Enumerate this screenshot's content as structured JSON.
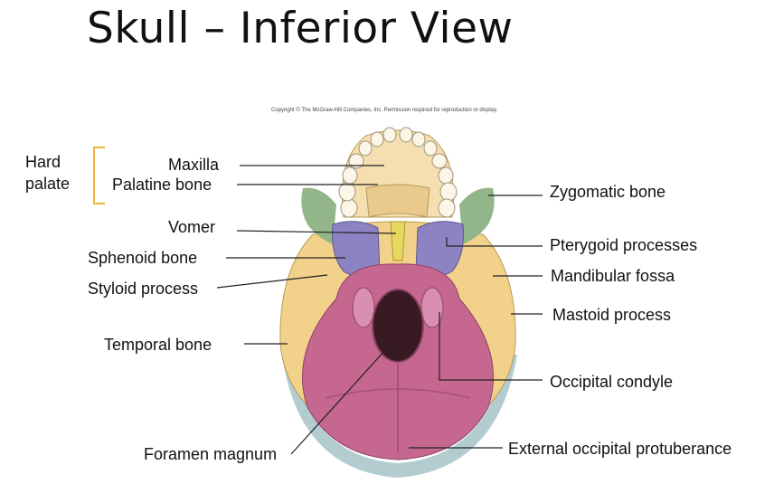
{
  "title": "Skull – Inferior View",
  "copyright": "Copyright © The McGraw-Hill Companies, Inc. Permission required for reproduction or display.",
  "bracket_group": {
    "line1": "Hard",
    "line2": "palate",
    "color": "#f0b43c"
  },
  "labels": {
    "maxilla": "Maxilla",
    "palatine_bone": "Palatine bone",
    "vomer": "Vomer",
    "sphenoid_bone": "Sphenoid bone",
    "styloid_process": "Styloid process",
    "temporal_bone": "Temporal bone",
    "foramen_magnum": "Foramen magnum",
    "zygomatic_bone": "Zygomatic bone",
    "pterygoid_processes": "Pterygoid processes",
    "mandibular_fossa": "Mandibular fossa",
    "mastoid_process": "Mastoid process",
    "occipital_condyle": "Occipital condyle",
    "external_occipital_protuberance": "External occipital protuberance"
  },
  "colors": {
    "occipital": "#c5678f",
    "temporal": "#f2d28a",
    "sphenoid": "#8d83c2",
    "zygomatic": "#93b58a",
    "palatine": "#e9c98e",
    "maxilla": "#f5dfb0",
    "parietal_rim": "#b3ccd0",
    "teeth": "#fbf6e8"
  }
}
